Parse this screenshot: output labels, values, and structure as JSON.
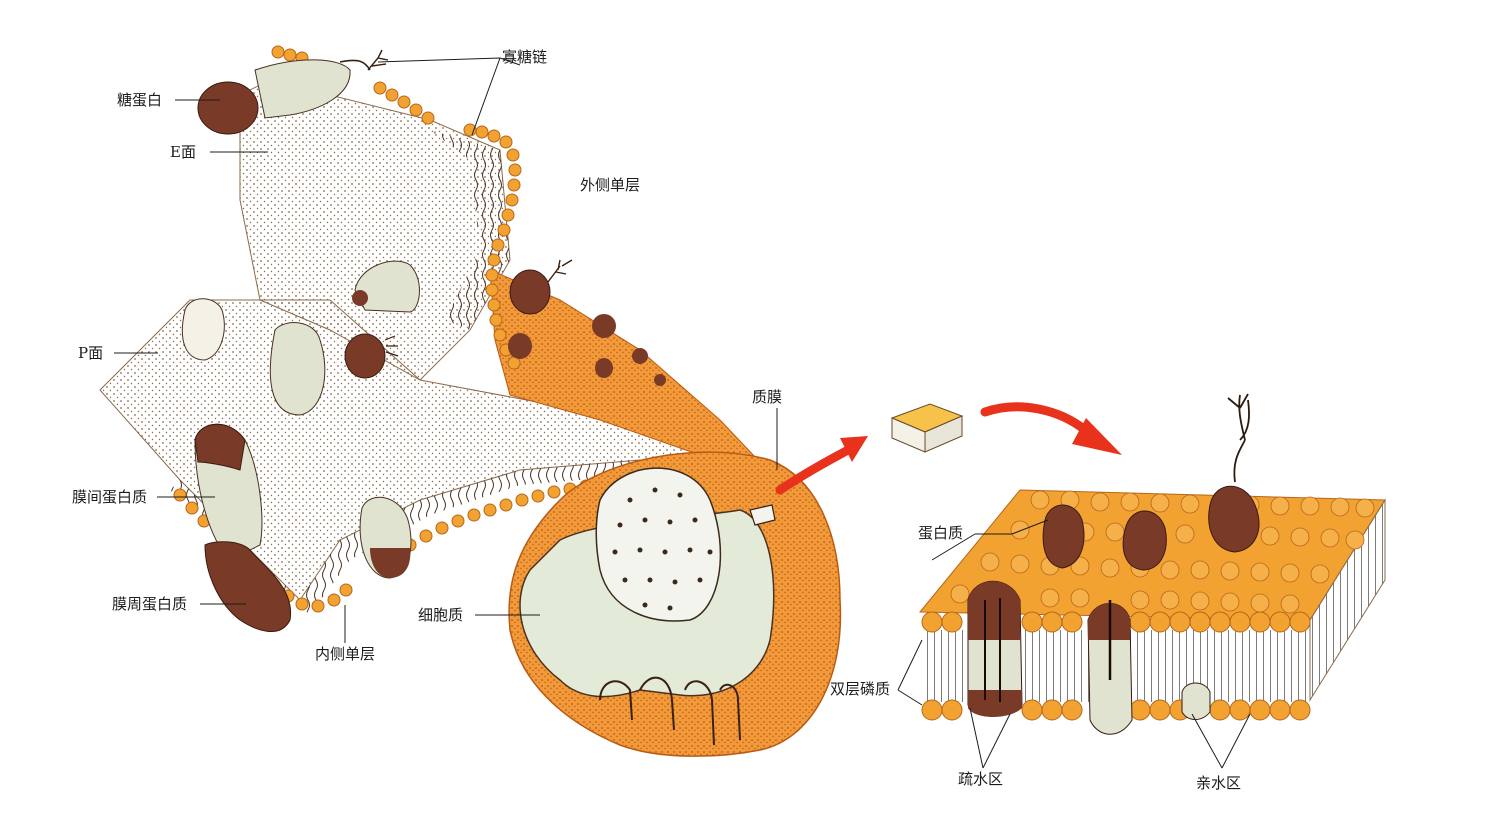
{
  "labels": {
    "oligosaccharide": "寡糖链",
    "glycoprotein": "糖蛋白",
    "e_face": "E面",
    "outer_leaflet": "外侧单层",
    "p_face": "P面",
    "plasma_membrane": "质膜",
    "integral_protein": "膜间蛋白质",
    "peripheral_protein": "膜周蛋白质",
    "inner_leaflet": "内侧单层",
    "cytoplasm": "细胞质",
    "protein": "蛋白质",
    "phospholipid_bilayer": "双层磷质",
    "hydrophobic_region": "疏水区",
    "hydrophilic_region": "亲水区"
  },
  "colors": {
    "lipid_head": "#f2a230",
    "lipid_head_stroke": "#b8661a",
    "protein": "#7a3a28",
    "protein_light": "#dfe3cf",
    "cell_orange": "#f29a3a",
    "cytoplasm_fill": "#e3ead8",
    "arrow": "#e8321c",
    "nucleus_fill": "#f4f4ee"
  }
}
